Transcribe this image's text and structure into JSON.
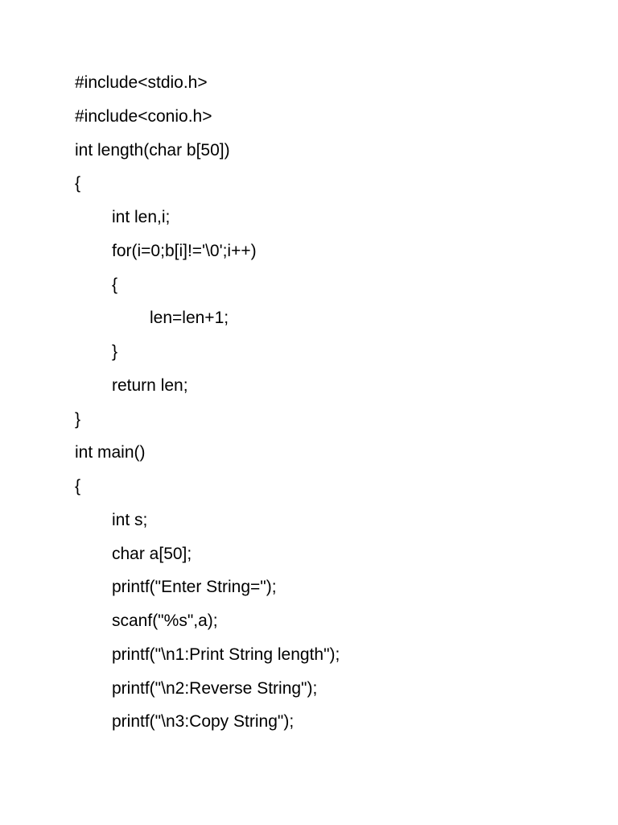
{
  "document": {
    "lines": [
      {
        "text": "#include<stdio.h>",
        "indent": 0
      },
      {
        "text": "#include<conio.h>",
        "indent": 0
      },
      {
        "text": "int length(char b[50])",
        "indent": 0
      },
      {
        "text": "{",
        "indent": 0
      },
      {
        "text": "int len,i;",
        "indent": 1
      },
      {
        "text": "for(i=0;b[i]!='\\0';i++)",
        "indent": 1
      },
      {
        "text": "{",
        "indent": 1
      },
      {
        "text": "len=len+1;",
        "indent": 2
      },
      {
        "text": "}",
        "indent": 1
      },
      {
        "text": "return len;",
        "indent": 1
      },
      {
        "text": "}",
        "indent": 0
      },
      {
        "text": "int main()",
        "indent": 0
      },
      {
        "text": "{",
        "indent": 0
      },
      {
        "text": "int s;",
        "indent": 1
      },
      {
        "text": "char a[50];",
        "indent": 1
      },
      {
        "text": "printf(\"Enter String=\");",
        "indent": 1
      },
      {
        "text": "scanf(\"%s\",a);",
        "indent": 1
      },
      {
        "text": "printf(\"\\n1:Print String length\");",
        "indent": 1
      },
      {
        "text": "printf(\"\\n2:Reverse String\");",
        "indent": 1
      },
      {
        "text": "printf(\"\\n3:Copy String\");",
        "indent": 1
      }
    ]
  }
}
